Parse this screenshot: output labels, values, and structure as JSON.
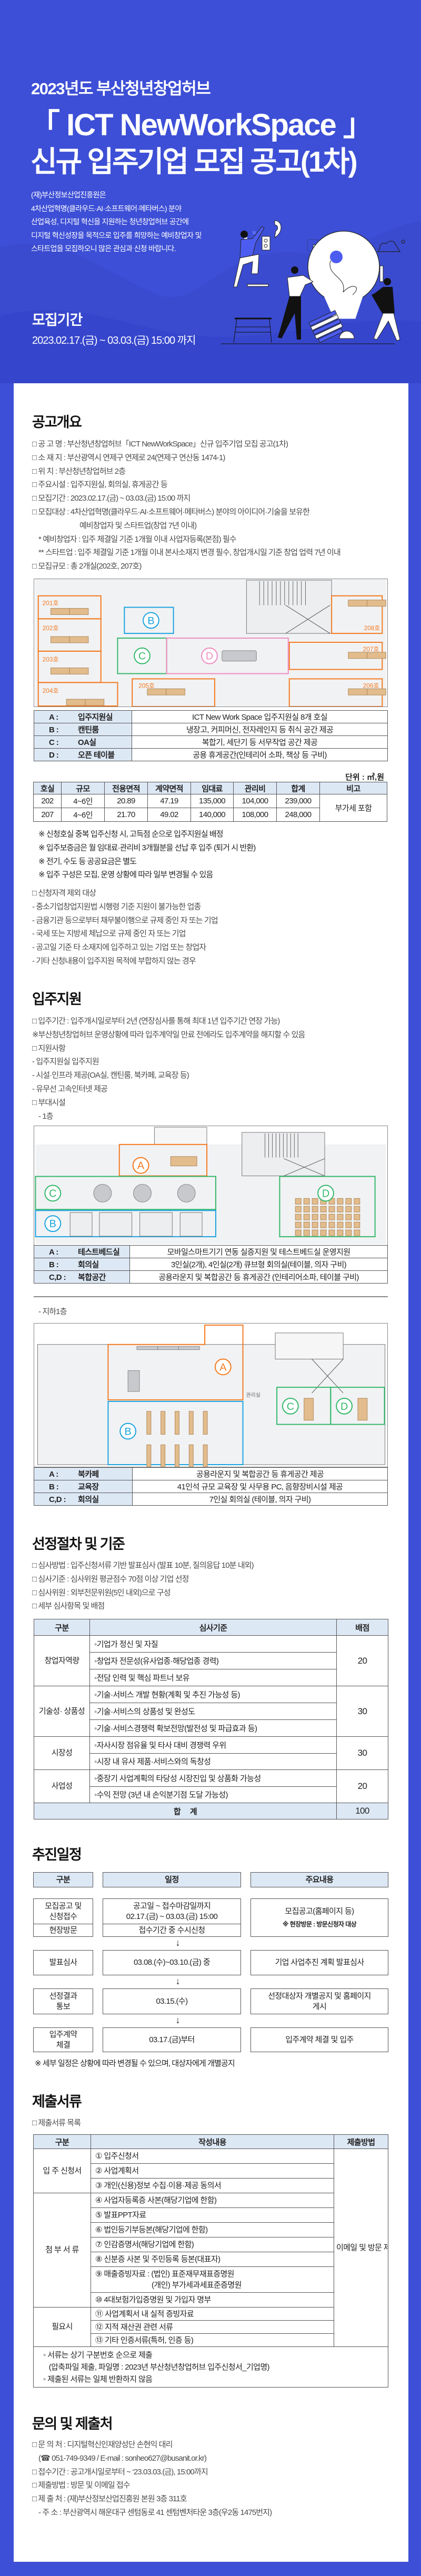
{
  "colors": {
    "background": "#3d4fd6",
    "card": "#ffffff",
    "table_header": "#dde8f5",
    "zone_orange": "#f47a20",
    "zone_blue": "#1ba3e0",
    "zone_green": "#34b86a",
    "zone_pink": "#f08cc0",
    "floor": "#f1f2f4",
    "furniture": "#e2bc8c"
  },
  "hero": {
    "title_top": "2023년도 부산청년창업허브",
    "title_main": "「 ICT NewWorkSpace 」",
    "title_sub": "신규 입주기업 모집 공고(1차)",
    "description": [
      "(재)부산정보산업진흥원은",
      "4차산업혁명(클라우드·AI·소프트웨어·메타버스) 분야",
      "산업육성, 디지털 혁신을 지원하는 청년창업허브 공간에",
      "디지털 혁신성장을 목적으로 입주를 희망하는 예비창업자 및",
      "스타트업을 모집하오니 많은 관심과 신청 바랍니다."
    ],
    "period_label": "모집기간",
    "period_value": "2023.02.17.(금) ~ 03.03.(금) 15:00 까지"
  },
  "overview": {
    "heading": "공고개요",
    "lines": [
      {
        "text": "□ 공 고 명 : 부산청년창업허브「ICT NewWorkSpace」신규 입주기업 모집 공고(1차)"
      },
      {
        "text": "□ 소 재 지 : 부산광역시 연제구 연제로 24(연제구 연산동 1474-1)"
      },
      {
        "text": "□ 위     치 : 부산청년창업허브 2층"
      },
      {
        "text": "□ 주요시설 : 입주지원실, 회의실, 휴게공간 등"
      },
      {
        "text": "□ 모집기간 : 2023.02.17.(금) ~ 03.03.(금) 15:00 까지"
      },
      {
        "text": "□ 모집대상 : 4차산업혁명(클라우드·AI·소프트웨어·메타버스) 분야의 아이디어·기술을 보유한"
      },
      {
        "text": "예비창업자 및 스타트업(창업 7년 이내)",
        "indent": 2
      },
      {
        "text": "* 예비창업자 : 입주 체결일 기준 1개월 이내 사업자등록(본점) 필수",
        "indent": 1
      },
      {
        "text": "** 스타트업 : 입주 체결일 기준 1개월 이내 본사소재지 변경 필수, 창업개시일 기준 창업 업력 7년 이내",
        "indent": 1
      },
      {
        "text": "□ 모집규모 : 총 2개실(202호, 207호)"
      }
    ],
    "floor2_rooms": [
      "201호",
      "202호",
      "203호",
      "204호",
      "205호",
      "206호",
      "207호",
      "208호"
    ],
    "zone_letters": [
      "A",
      "B",
      "C",
      "D"
    ],
    "floor2_legend": [
      {
        "key": "A :",
        "name": "입주지원실",
        "desc": "ICT New Work Space 입주지원실 8개 호실"
      },
      {
        "key": "B :",
        "name": "캔틴룸",
        "desc": "냉장고, 커피머신, 전자레인지 등 취식 공간 제공"
      },
      {
        "key": "C :",
        "name": "OA실",
        "desc": "복합기, 세단기 등 서무작업 공간 제공"
      },
      {
        "key": "D :",
        "name": "오픈 테이블",
        "desc": "공용 휴게공간(인테리어 소파, 책상 등 구비)"
      }
    ],
    "rent_unit": "단위 : ㎡,원",
    "rent_headers": [
      "호실",
      "규모",
      "전용면적",
      "계약면적",
      "임대료",
      "관리비",
      "합계",
      "비고"
    ],
    "rent_rows": [
      [
        "202",
        "4~6인",
        "20.89",
        "47.19",
        "135,000",
        "104,000",
        "239,000"
      ],
      [
        "207",
        "4~6인",
        "21.70",
        "49.02",
        "140,000",
        "108,000",
        "248,000"
      ]
    ],
    "rent_remark": "부가세 포함",
    "notes": [
      {
        "text": "※ 신청호실 중복 입주신청 시, 고득점 순으로 입주지원실 배정",
        "indent": 1
      },
      {
        "text": "※ 입주보증금은 월 임대료·관리비 3개월분을 선납 후 입주 (퇴거 시 반환)",
        "indent": 1
      },
      {
        "text": "※ 전기, 수도 등 공공요금은 별도",
        "indent": 1
      },
      {
        "text": "※ 입주 구성은 모집, 운영 상황에 따라 일부 변경될 수 있음",
        "indent": 1
      }
    ],
    "exclusions": [
      {
        "text": "□ 신청자격 제외 대상"
      },
      {
        "text": "- 중소기업창업지원법 시행령 기준 지원이 불가능한 업종"
      },
      {
        "text": "- 금융기관 등으로부터 채무불이행으로 규제 중인 자 또는 기업"
      },
      {
        "text": "- 국세 또는 지방세 체납으로 규제 중인 자 또는 기업"
      },
      {
        "text": "- 공고일 기준 타 소재지에 입주하고 있는 기업 또는 창업자"
      },
      {
        "text": "- 기타 신청내용이 입주지원 목적에 부합하지 않는 경우"
      }
    ]
  },
  "support": {
    "heading": "입주지원",
    "lines": [
      {
        "text": "□ 입주기간 : 입주개시일로부터 2년 (연장심사를 통해 최대 1년 입주기간 연장 가능)"
      },
      {
        "text": "※부산청년창업허브 운영상황에 따라 입주계약일 만료 전에라도 입주계약을 해지할 수 있음"
      },
      {
        "text": "□ 지원사항"
      },
      {
        "text": "- 입주지원실 입주지원"
      },
      {
        "text": "- 시설·인프라 제공(OA실, 캔틴룸, 북카페, 교육장 등)"
      },
      {
        "text": "- 유무선 고속인터넷 제공"
      },
      {
        "text": "□ 부대시설"
      },
      {
        "text": "- 1층",
        "indent": 1
      }
    ],
    "basement_label": "- 지하1층",
    "floor1_legend": [
      {
        "key": "A :",
        "name": "테스트베드실",
        "desc": "모바일스마트기기 연동 실증지원 및 테스트베드실 운영지원"
      },
      {
        "key": "B :",
        "name": "회의실",
        "desc": "3인실(2개), 4인실(2개) 큐브형 회의실(테이블, 의자 구비)"
      },
      {
        "key": "C,D :",
        "name": "복합공간",
        "desc": "공용라운지 및 복합공간 등 휴게공간 (인테리어소파, 테이블 구비)"
      }
    ],
    "basement_room_label": "관리실",
    "basement_legend": [
      {
        "key": "A :",
        "name": "북카페",
        "desc": "공용라운지 및 복합공간 등 휴게공간 제공"
      },
      {
        "key": "B :",
        "name": "교육장",
        "desc": "41인석 규모 교육장 및 사무용 PC, 음향장비시설 제공"
      },
      {
        "key": "C,D :",
        "name": "회의실",
        "desc": "7인실 회의실 (테이블, 의자 구비)"
      }
    ]
  },
  "selection": {
    "heading": "선정절차 및 기준",
    "lines": [
      {
        "text": "□ 심사방법 : 입주신청서류 기반 발표심사 (발표 10분, 질의응답 10분 내외)"
      },
      {
        "text": "□ 심사기준 : 심사위원 평균점수 70점 이상 기업 선정"
      },
      {
        "text": "□ 심사위원 : 외부전문위원(5인 내외)으로 구성"
      },
      {
        "text": "□ 세부 심사항목 및 배점"
      }
    ],
    "table_headers": [
      "구분",
      "심사기준",
      "배점"
    ],
    "groups": [
      {
        "category": "창업자역량",
        "score": "20",
        "criteria": [
          "◦기업가 정신 및 자질",
          "◦창업자 전문성(유사업종·해당업종 경력)",
          "◦전담 인력 및 핵심 파트너 보유"
        ]
      },
      {
        "category": "기술성·\n상품성",
        "score": "30",
        "criteria": [
          "◦기술·서비스 개발 현황(계획 및 추진 가능성 등)",
          "◦기술·서비스의 상품성 및 완성도",
          "◦기술·서비스경쟁력 확보전망(발전성 및 파급효과 등)"
        ]
      },
      {
        "category": "시장성",
        "score": "30",
        "criteria": [
          "◦자사시장 점유율 및 타사 대비 경쟁력 우위",
          "◦시장 내 유사 제품·서비스와의 독창성"
        ]
      },
      {
        "category": "사업성",
        "score": "20",
        "criteria": [
          "◦중장기 사업계획의 타당성 시장진입 및 상품화 가능성",
          "◦수익 전망 (3년 내 손익분기점 도달 가능성)"
        ]
      }
    ],
    "total_label": "합     계",
    "total_score": "100"
  },
  "schedule": {
    "heading": "추진일정",
    "headers": [
      "구분",
      "일정",
      "주요내용"
    ],
    "rows": [
      {
        "stage": "모집공고 및\n신청접수",
        "date": "공고일 ~ 접수마감일까지\n02.17.(금) ~ 03.03.(금) 15:00",
        "sub_stage": "현장방문",
        "sub_date": "접수기간 중 수시신청",
        "content": "모집공고(홈페이지 등)",
        "content_note": "※ 현장방문 : 방문신청자 대상"
      },
      {
        "stage": "발표심사",
        "date": "03.08.(수)~03.10.(금) 중",
        "content": "기업 사업추진 계획 발표심사"
      },
      {
        "stage": "선정결과\n통보",
        "date": "03.15.(수)",
        "content": "선정대상자 개별공지 및 홈페이지\n게시"
      },
      {
        "stage": "입주계약\n체결",
        "date": "03.17.(금)부터",
        "content": "입주계약 체결 및 입주"
      }
    ],
    "arrow": "↓",
    "note": "※ 세부 일정은 상황에 따라 변경될 수 있으며, 대상자에게 개별공지"
  },
  "documents": {
    "heading": "제출서류",
    "subtitle": "□ 제출서류 목록",
    "headers": [
      "구분",
      "작성내용",
      "제출방법"
    ],
    "groups": [
      {
        "category": "입  주\n신청서",
        "items": [
          "① 입주신청서",
          "② 사업계획서",
          "③ 개인(신용)정보 수집·이용·제공 동의서"
        ]
      },
      {
        "category": "첨  부\n서  류",
        "items": [
          "④ 사업자등록증 사본(해당기업에 한함)",
          "⑤ 발표PPT자료",
          "⑥ 법인등기부등본(해당기업에 한함)",
          "⑦ 인감증명서(해당기업에 한함)",
          "⑧ 신분증 사본 및 주민등록 등본(대표자)",
          "⑨ 매출증빙자료 : (법인) 표준재무재표증명원\n                              (개인) 부가세과세표준증명원",
          "⑩ 4대보험가입증명원 및 가입자 명부"
        ]
      },
      {
        "category": "필요시",
        "items": [
          "⑪ 사업계획서 내 실적 증빙자료",
          "⑫ 지적 재산권 관련 서류",
          "⑬ 기타 인증서류(특허, 인증 등)"
        ]
      }
    ],
    "method": "이메일 및\n방문 제출\n(방문 필수)",
    "notes": [
      "◦ 서류는 상기 구분번호 순으로 제출",
      "   (압축파일 제출, 파일명 : 2023년 부산청년창업허브 입주신청서_기업명)",
      "◦ 제출된 서류는 일체 반환하지 않음"
    ]
  },
  "contact": {
    "heading": "문의 및 제출처",
    "lines": [
      {
        "text": "□ 문 의 처 : 디지털혁신인재양성단 손현익 대리"
      },
      {
        "text": "(☎ 051-749-9349 / E-mail : sonheo627@busanit.or.kr)",
        "indent": 1
      },
      {
        "text": "□ 접수기간 : 공고개시일로부터 ~ ‘23.03.03.(금), 15:00까지"
      },
      {
        "text": "□ 제출방법 : 방문 및 이메일 접수"
      },
      {
        "text": "□ 제 출 처 : (재)부산정보산업진흥원 본원 3층 311호"
      },
      {
        "text": "- 주   소 : 부산광역시 해운대구 센텀동로 41 센텀벤처타운 3층(우2동 1475번지)",
        "indent": 1
      }
    ]
  }
}
